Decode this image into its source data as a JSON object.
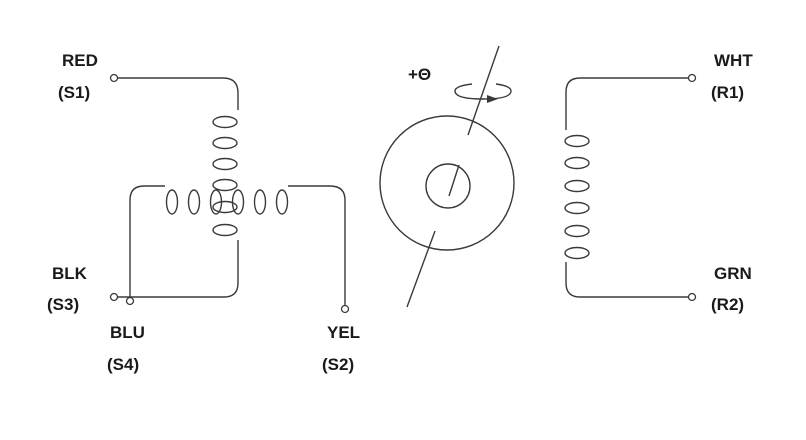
{
  "colors": {
    "ink": "#3a3a3a",
    "text": "#1a1a1a",
    "background": "#ffffff"
  },
  "terminals": {
    "red": {
      "color": "RED",
      "pin": "(S1)"
    },
    "blk": {
      "color": "BLK",
      "pin": "(S3)"
    },
    "blu": {
      "color": "BLU",
      "pin": "(S4)"
    },
    "yel": {
      "color": "YEL",
      "pin": "(S2)"
    },
    "wht": {
      "color": "WHT",
      "pin": "(R1)"
    },
    "grn": {
      "color": "GRN",
      "pin": "(R2)"
    }
  },
  "rotor": {
    "rotation_label": "+Θ"
  }
}
